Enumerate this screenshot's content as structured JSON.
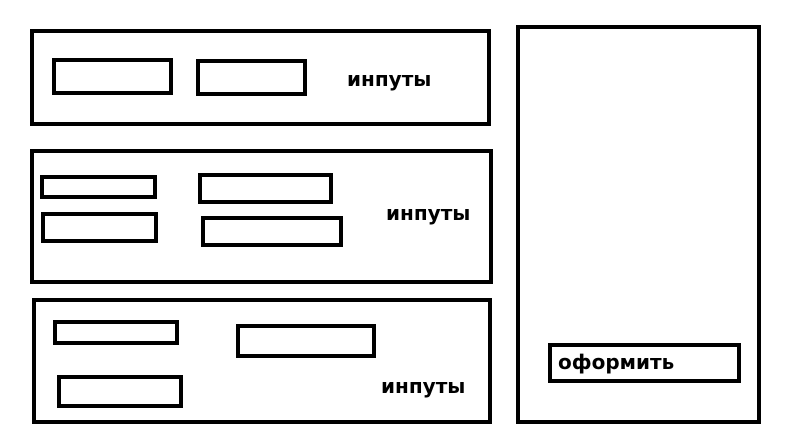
{
  "sections": [
    {
      "label": "инпуты"
    },
    {
      "label": "инпуты"
    },
    {
      "label": "инпуты"
    }
  ],
  "side_panel": {
    "submit_label": "оформить"
  },
  "colors": {
    "stroke": "#000000",
    "background": "#ffffff"
  }
}
